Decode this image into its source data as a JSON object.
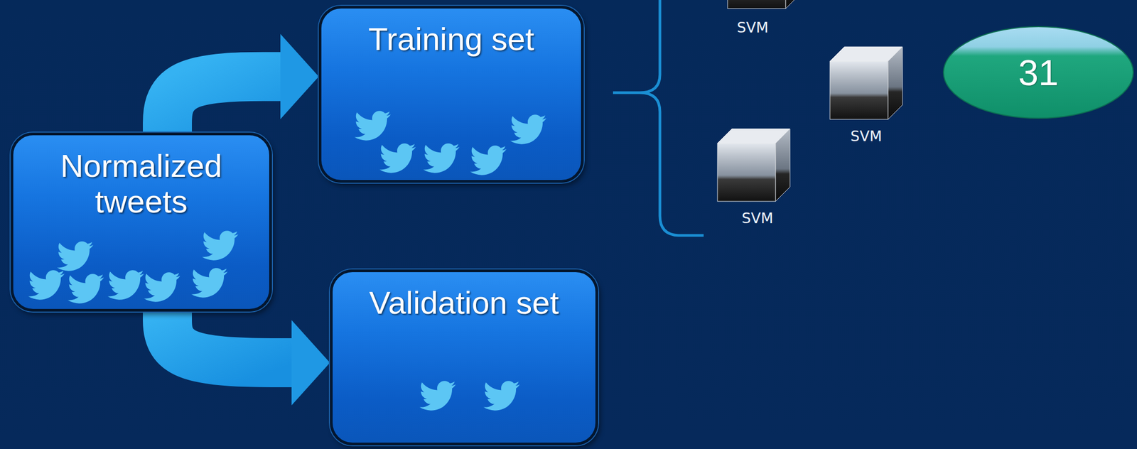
{
  "diagram": {
    "nodes": [
      {
        "text": [
          "Normalized tweets"
        ]
      },
      {
        "text": [
          "Training set"
        ]
      },
      {
        "text": [
          "Validation set"
        ]
      },
      {
        "text": [
          "31"
        ]
      }
    ],
    "edges": [
      {
        "from": 0,
        "to": 1,
        "arrow": "to"
      },
      {
        "from": 0,
        "to": 2,
        "arrow": "to"
      }
    ],
    "labels": [
      "SVM",
      "SVM",
      "SVM"
    ]
  }
}
